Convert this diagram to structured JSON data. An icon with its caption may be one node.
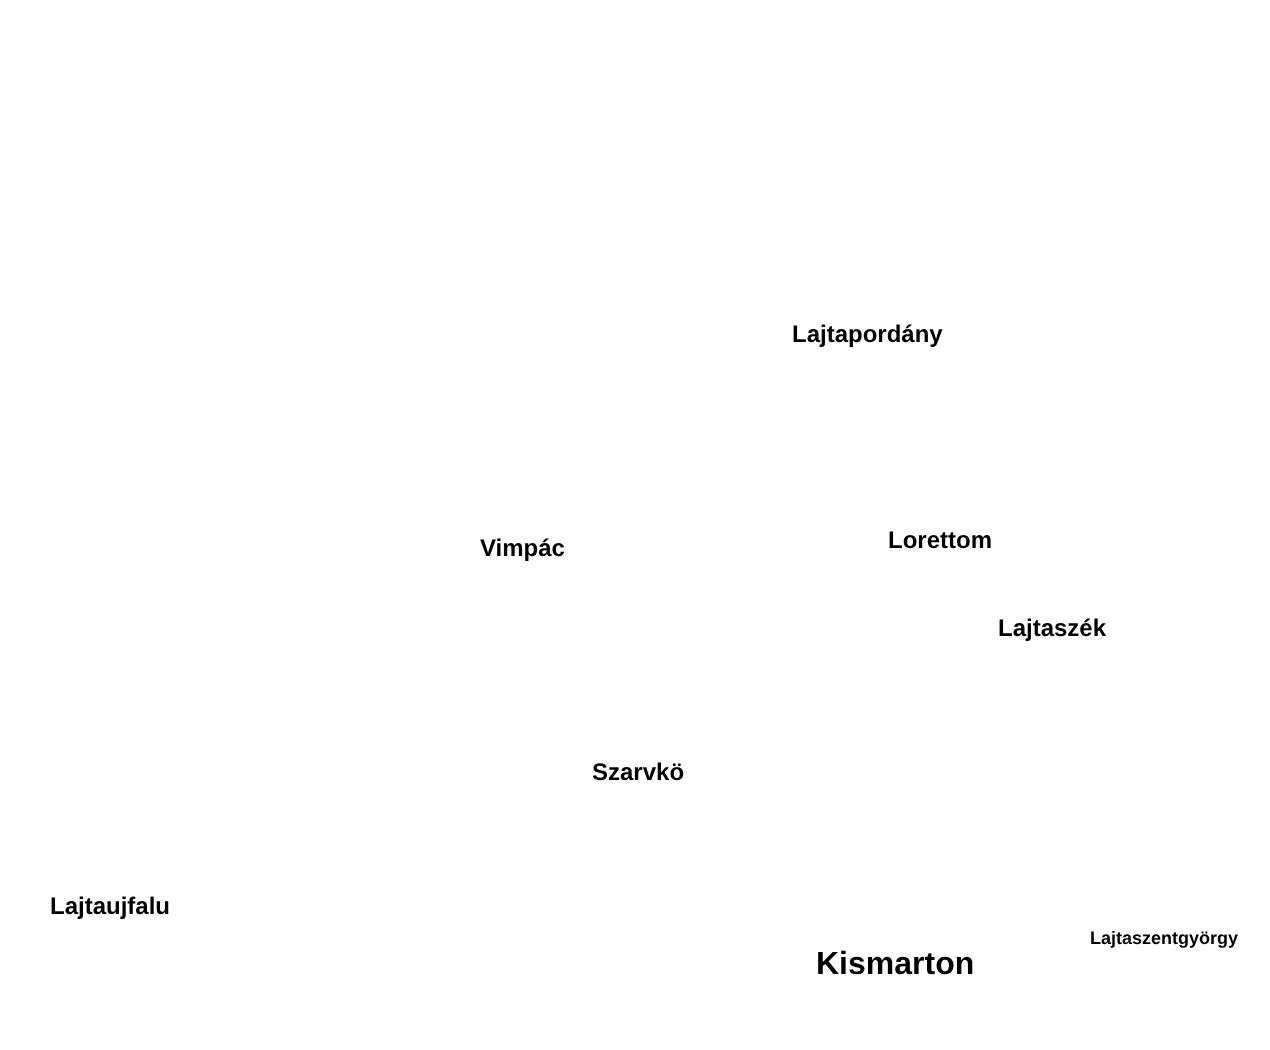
{
  "diagram": {
    "labels": [
      "Lajtapordány",
      "Vimpác",
      "Lorettom",
      "Lajtaszék",
      "Szarvkö",
      "Lajtaujfalu",
      "Lajtaszentgyörgy",
      "Kismarton"
    ]
  }
}
